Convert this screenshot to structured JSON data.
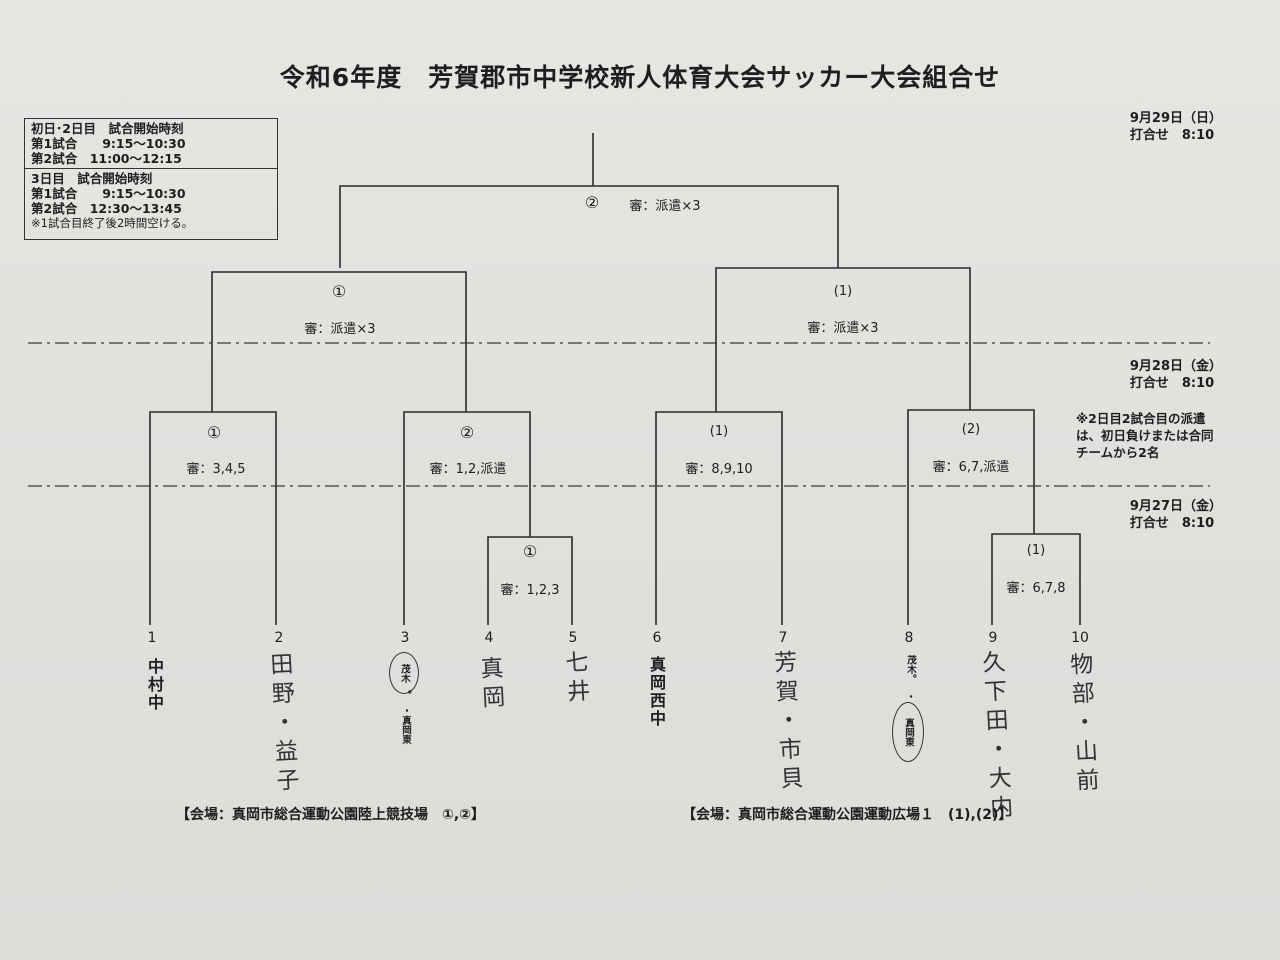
{
  "title": "令和6年度　芳賀郡市中学校新人体育大会サッカー大会組合せ",
  "schedule_box": {
    "section1_heading": "初日･2日目　試合開始時刻",
    "section1_lines": [
      "第1試合　　9:15～10:30",
      "第2試合　11:00～12:15"
    ],
    "section2_heading": "3日目　試合開始時刻",
    "section2_lines": [
      "第1試合　　9:15～10:30",
      "第2試合　12:30～13:45"
    ],
    "section2_note": "※1試合目終了後2時間空ける。"
  },
  "dates": [
    {
      "date": "9月29日（日）",
      "meeting": "打合せ　8:10"
    },
    {
      "date": "9月28日（金）",
      "meeting": "打合せ　8:10"
    },
    {
      "date": "9月27日（金）",
      "meeting": "打合せ　8:10"
    }
  ],
  "side_note": [
    "※2日目2試合目の派遣",
    "は、初日負けまたは合同",
    "チームから2名"
  ],
  "matches": {
    "final": {
      "mark": "②",
      "referee": "審：派遣×3"
    },
    "semi_left": {
      "mark": "①",
      "referee": "審：派遣×3"
    },
    "semi_right": {
      "mark": "(1)",
      "referee": "審：派遣×3"
    },
    "q1": {
      "mark": "①",
      "referee": "審：3,4,5"
    },
    "q2": {
      "mark": "②",
      "referee": "審：1,2,派遣"
    },
    "q3": {
      "mark": "(1)",
      "referee": "審：8,9,10"
    },
    "q4": {
      "mark": "(2)",
      "referee": "審：6,7,派遣"
    },
    "r1_left": {
      "mark": "①",
      "referee": "審：1,2,3"
    },
    "r1_right": {
      "mark": "(1)",
      "referee": "審：6,7,8"
    }
  },
  "teams": [
    {
      "no": "1",
      "name": "中村中"
    },
    {
      "no": "2",
      "name": "田野・益子"
    },
    {
      "no": "3",
      "name_top": "茂木",
      "name_mid": "。",
      "name_bottom": "・真岡東"
    },
    {
      "no": "4",
      "name": "真岡"
    },
    {
      "no": "5",
      "name": "七井"
    },
    {
      "no": "6",
      "name": "真岡西中"
    },
    {
      "no": "7",
      "name": "芳賀・市貝"
    },
    {
      "no": "8",
      "name_top": "茂木。",
      "name_mid": "・",
      "name_bottom": "真岡東"
    },
    {
      "no": "9",
      "name": "久下田・大内"
    },
    {
      "no": "10",
      "name": "物部・山前"
    }
  ],
  "venues": {
    "left": "【会場：真岡市総合運動公園陸上競技場　①,②】",
    "right": "【会場：真岡市総合運動公園運動広場１　(1),(2)】"
  }
}
